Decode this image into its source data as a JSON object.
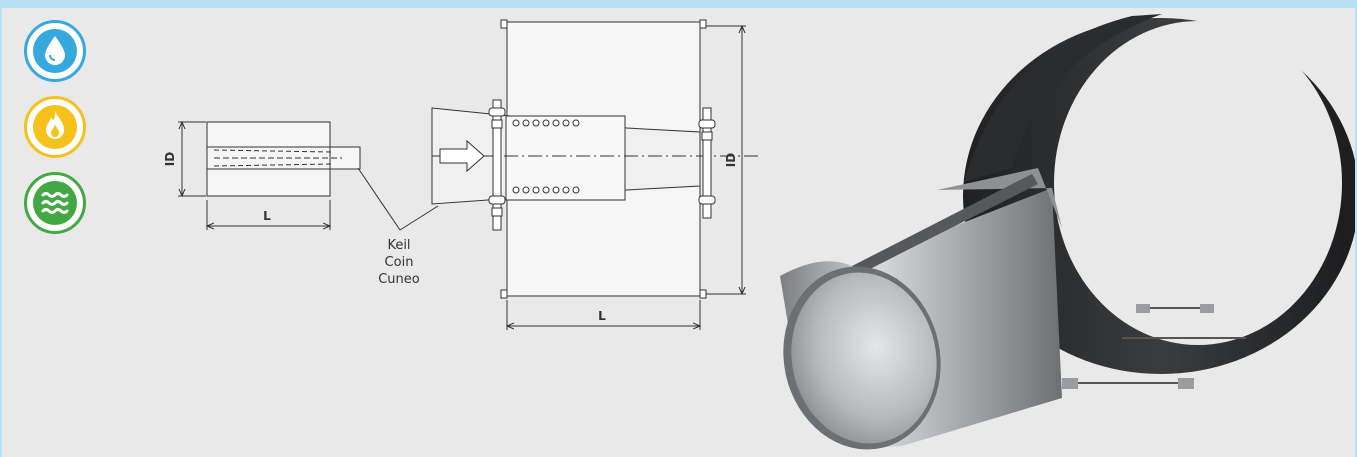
{
  "icons": [
    {
      "name": "water-drop-icon",
      "color": "#35a9dd"
    },
    {
      "name": "flame-icon",
      "color": "#f4c21a"
    },
    {
      "name": "waves-icon",
      "color": "#43a843"
    }
  ],
  "drawing": {
    "small_dim_id": "ID",
    "small_dim_l": "L",
    "wedge_label": [
      "Keil",
      "Coin",
      "Cuneo"
    ],
    "large_dim_id": "ID",
    "large_dim_l": "L"
  },
  "colors": {
    "frame_border": "#b8def3",
    "background": "#e9e9e9",
    "line": "#333333",
    "steel": "#b9bbbd",
    "dark_sleeve": "#2f3133"
  }
}
